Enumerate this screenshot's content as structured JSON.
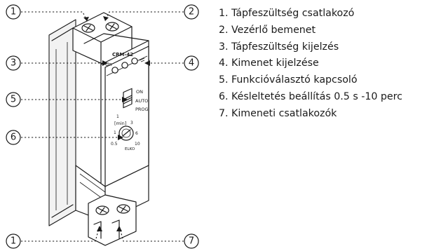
{
  "device": {
    "model": "CRM-42",
    "led_un": "Un",
    "switch_on": "ON",
    "switch_auto": "AUTO",
    "switch_prog": "PROG",
    "dial_unit": "[min]",
    "dial_ticks": [
      "1",
      "1",
      "3",
      "6",
      "0.5",
      "10"
    ],
    "brand": "ELKO"
  },
  "callouts": [
    "1",
    "2",
    "3",
    "4",
    "5",
    "6",
    "1",
    "7"
  ],
  "legend": {
    "items": [
      "1. Tápfeszültség csatlakozó",
      "2. Vezérlő bemenet",
      "3. Tápfeszültség kijelzés",
      "4. Kimenet kijelzése",
      "5. Funkcióválasztó kapcsoló",
      "6. Késleltetés beállítás 0.5 s -10 perc",
      "7. Kimeneti csatlakozók"
    ]
  }
}
